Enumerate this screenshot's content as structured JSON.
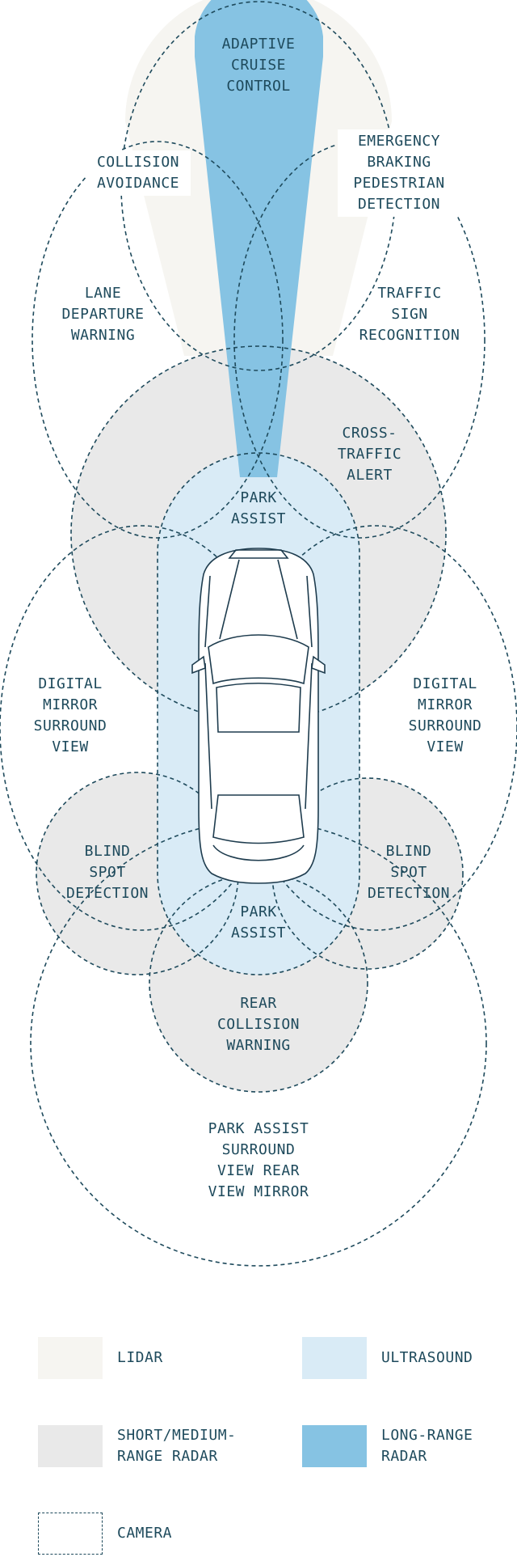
{
  "colors": {
    "lidar": "#f6f5f1",
    "radar": "#e9e9e9",
    "ultrasound": "#d9ebf6",
    "long_range_radar": "#86c3e3",
    "camera_stroke": "#1e4a5c",
    "text": "#1e4a5c",
    "car_stroke": "#1e3c4e"
  },
  "labels": {
    "adaptive_cruise": "ADAPTIVE\nCRUISE\nCONTROL",
    "collision_avoidance": "COLLISION\nAVOIDANCE",
    "emergency_braking": "EMERGENCY\nBRAKING\nPEDESTRIAN\nDETECTION",
    "lane_departure": "LANE\nDEPARTURE\nWARNING",
    "traffic_sign": "TRAFFIC\nSIGN\nRECOGNITION",
    "cross_traffic": "CROSS-\nTRAFFIC\nALERT",
    "park_assist_front": "PARK\nASSIST",
    "digital_mirror_left": "DIGITAL\nMIRROR\nSURROUND\nVIEW",
    "digital_mirror_right": "DIGITAL\nMIRROR\nSURROUND\nVIEW",
    "blind_spot_left": "BLIND\nSPOT\nDETECTION",
    "blind_spot_right": "BLIND\nSPOT\nDETECTION",
    "park_assist_rear": "PARK\nASSIST",
    "rear_collision": "REAR\nCOLLISION\nWARNING",
    "park_assist_surround": "PARK ASSIST\nSURROUND\nVIEW REAR\nVIEW MIRROR"
  },
  "legend": {
    "lidar": "LIDAR",
    "ultrasound": "ULTRASOUND",
    "radar": "SHORT/MEDIUM-\nRANGE RADAR",
    "long_range": "LONG-RANGE\nRADAR",
    "camera": "CAMERA"
  }
}
